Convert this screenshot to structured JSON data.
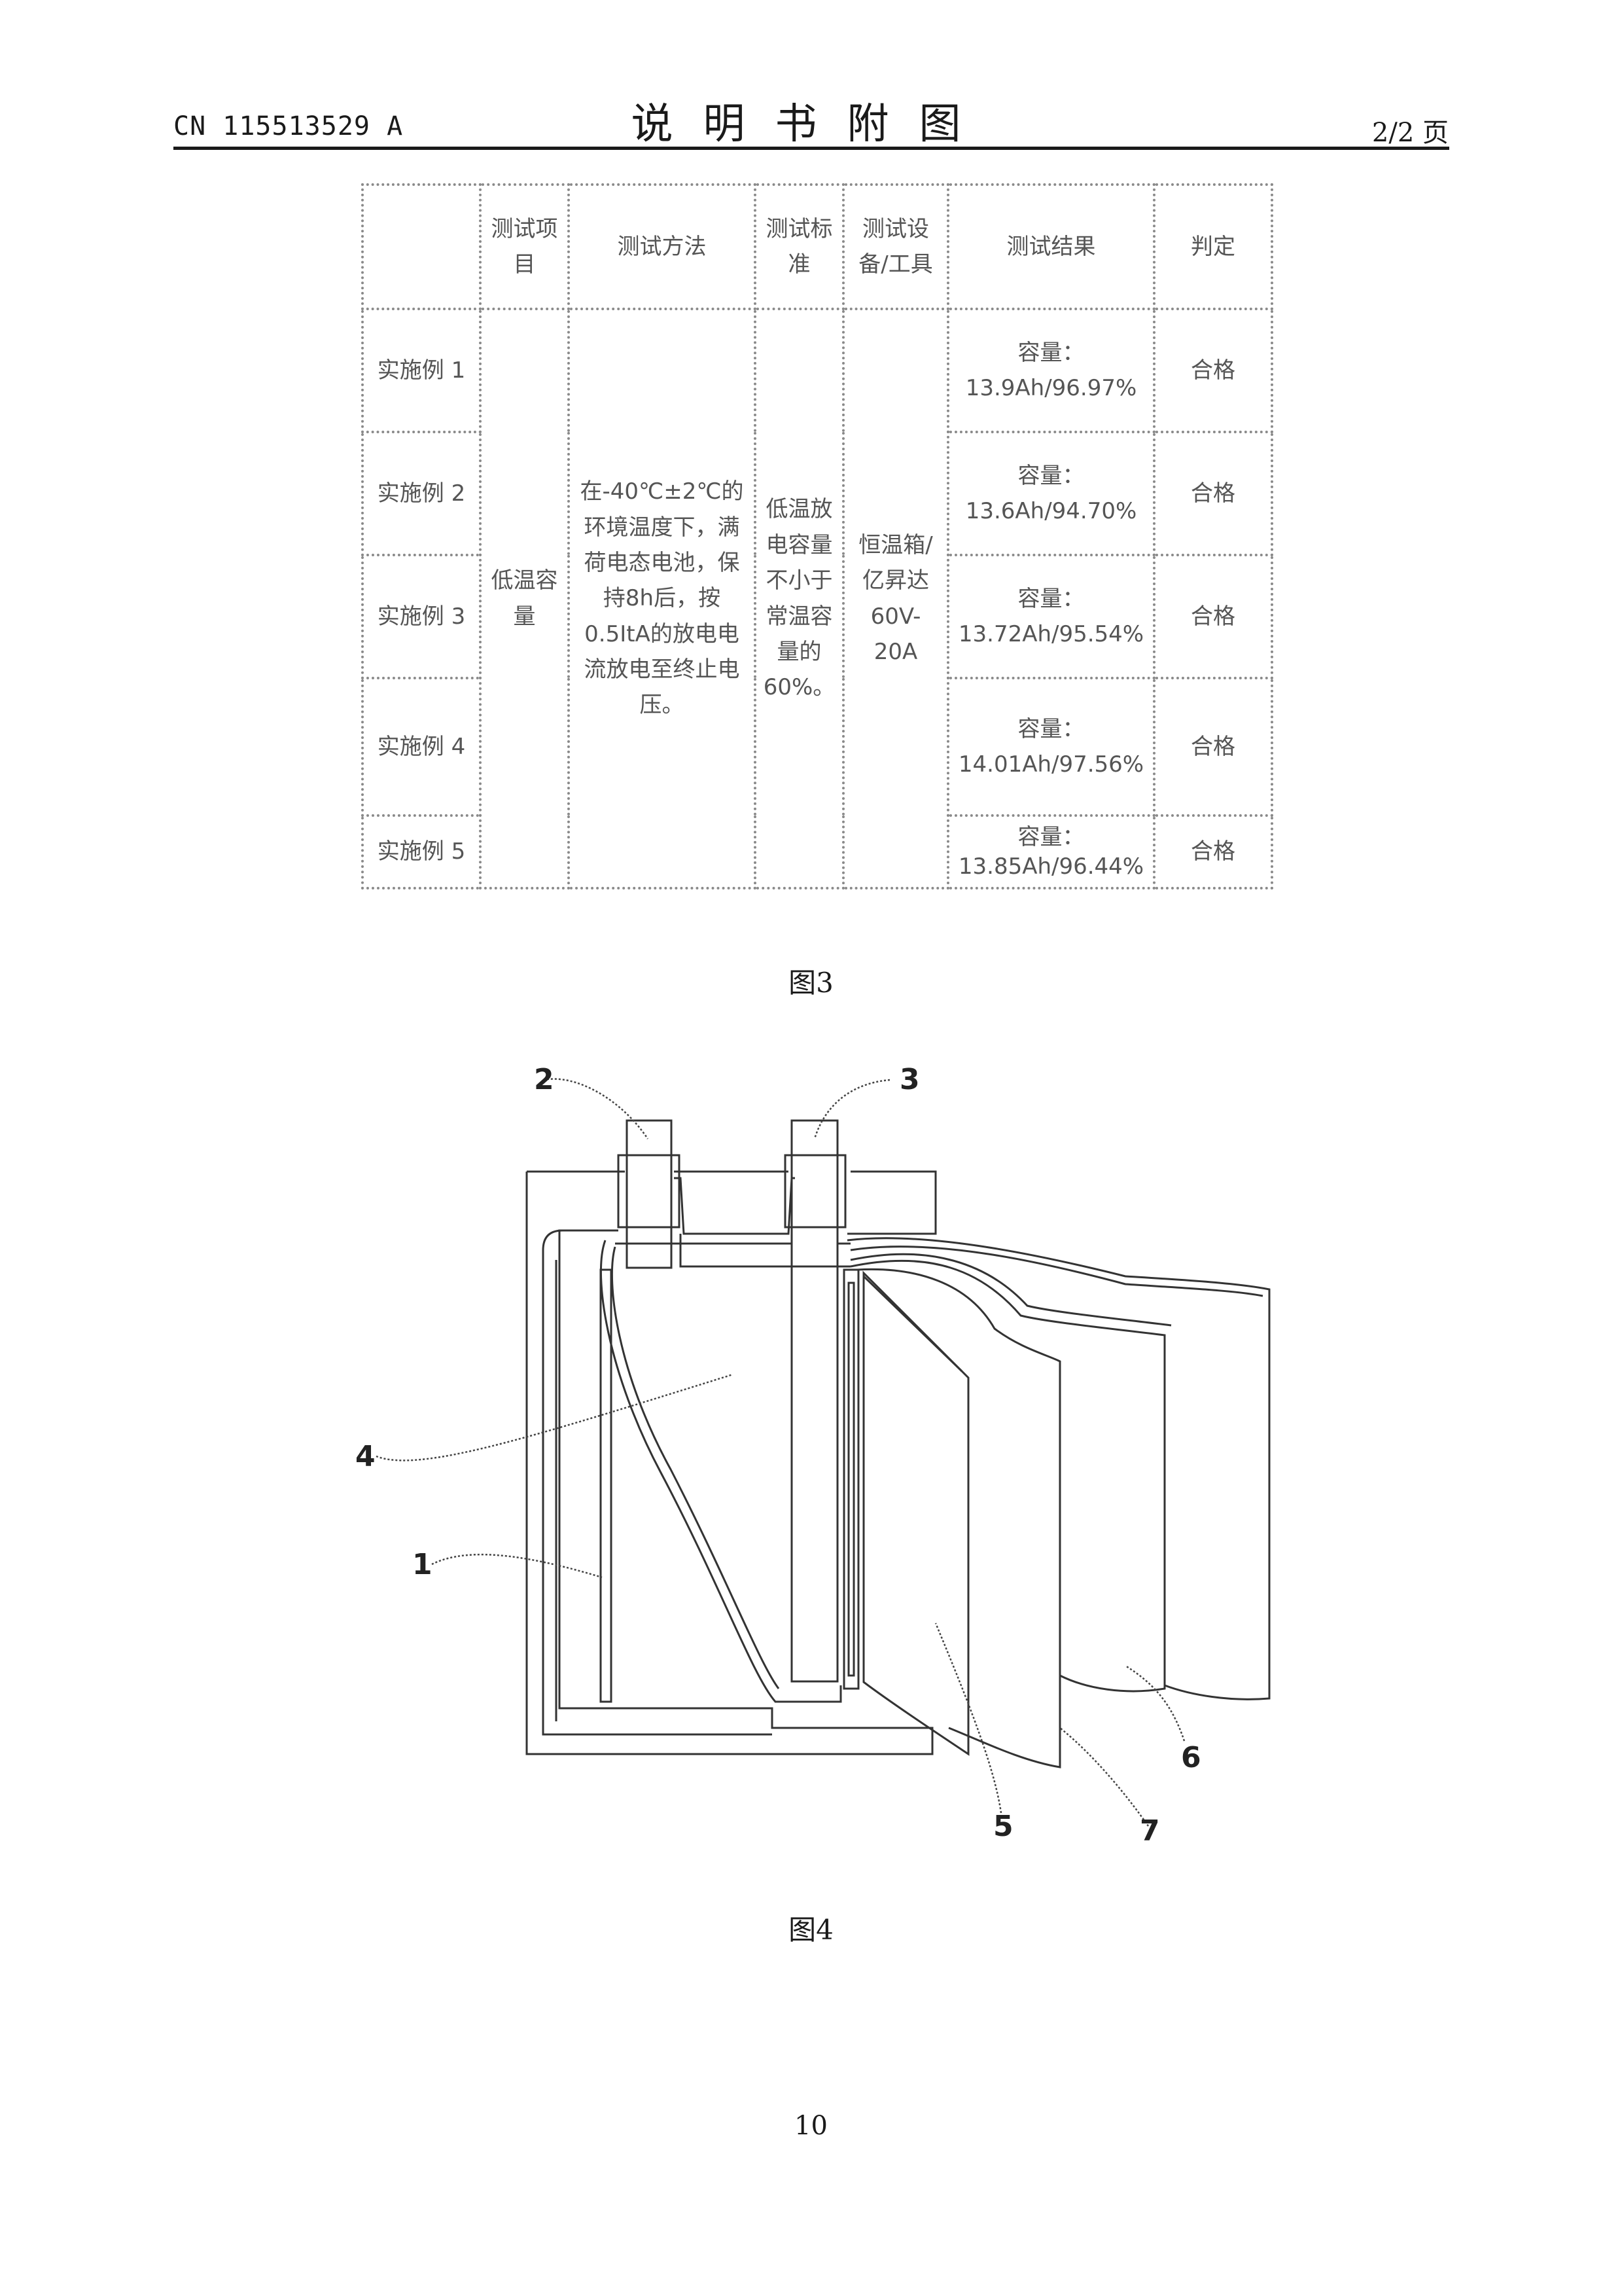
{
  "header": {
    "doc_id": "CN 115513529 A",
    "title": "说明书附图",
    "page_info": "2/2 页"
  },
  "table": {
    "headers": [
      "",
      "测试项目",
      "测试方法",
      "测试标准",
      "测试设备/工具",
      "测试结果",
      "判定"
    ],
    "test_item": "低温容量",
    "method": "在-40℃±2℃的环境温度下，满荷电态电池，保持8h后，按0.5ItA的放电电流放电至终止电压。",
    "standard": "低温放电容量不小于常温容量的60%。",
    "equipment": "恒温箱/亿昇达60V-20A",
    "rows": [
      {
        "example": "实施例 1",
        "result_label": "容量：",
        "result_value": "13.9Ah/96.97%",
        "verdict": "合格"
      },
      {
        "example": "实施例 2",
        "result_label": "容量：",
        "result_value": "13.6Ah/94.70%",
        "verdict": "合格"
      },
      {
        "example": "实施例 3",
        "result_label": "容量：",
        "result_value": "13.72Ah/95.54%",
        "verdict": "合格"
      },
      {
        "example": "实施例 4",
        "result_label": "容量：",
        "result_value": "14.01Ah/97.56%",
        "verdict": "合格"
      },
      {
        "example": "实施例 5",
        "result_label": "容量：",
        "result_value": "13.85Ah/96.44%",
        "verdict": "合格"
      }
    ]
  },
  "figure3_caption": "图3",
  "figure4": {
    "caption": "图4",
    "labels": [
      "1",
      "2",
      "3",
      "4",
      "5",
      "6",
      "7"
    ]
  },
  "page_number": "10"
}
